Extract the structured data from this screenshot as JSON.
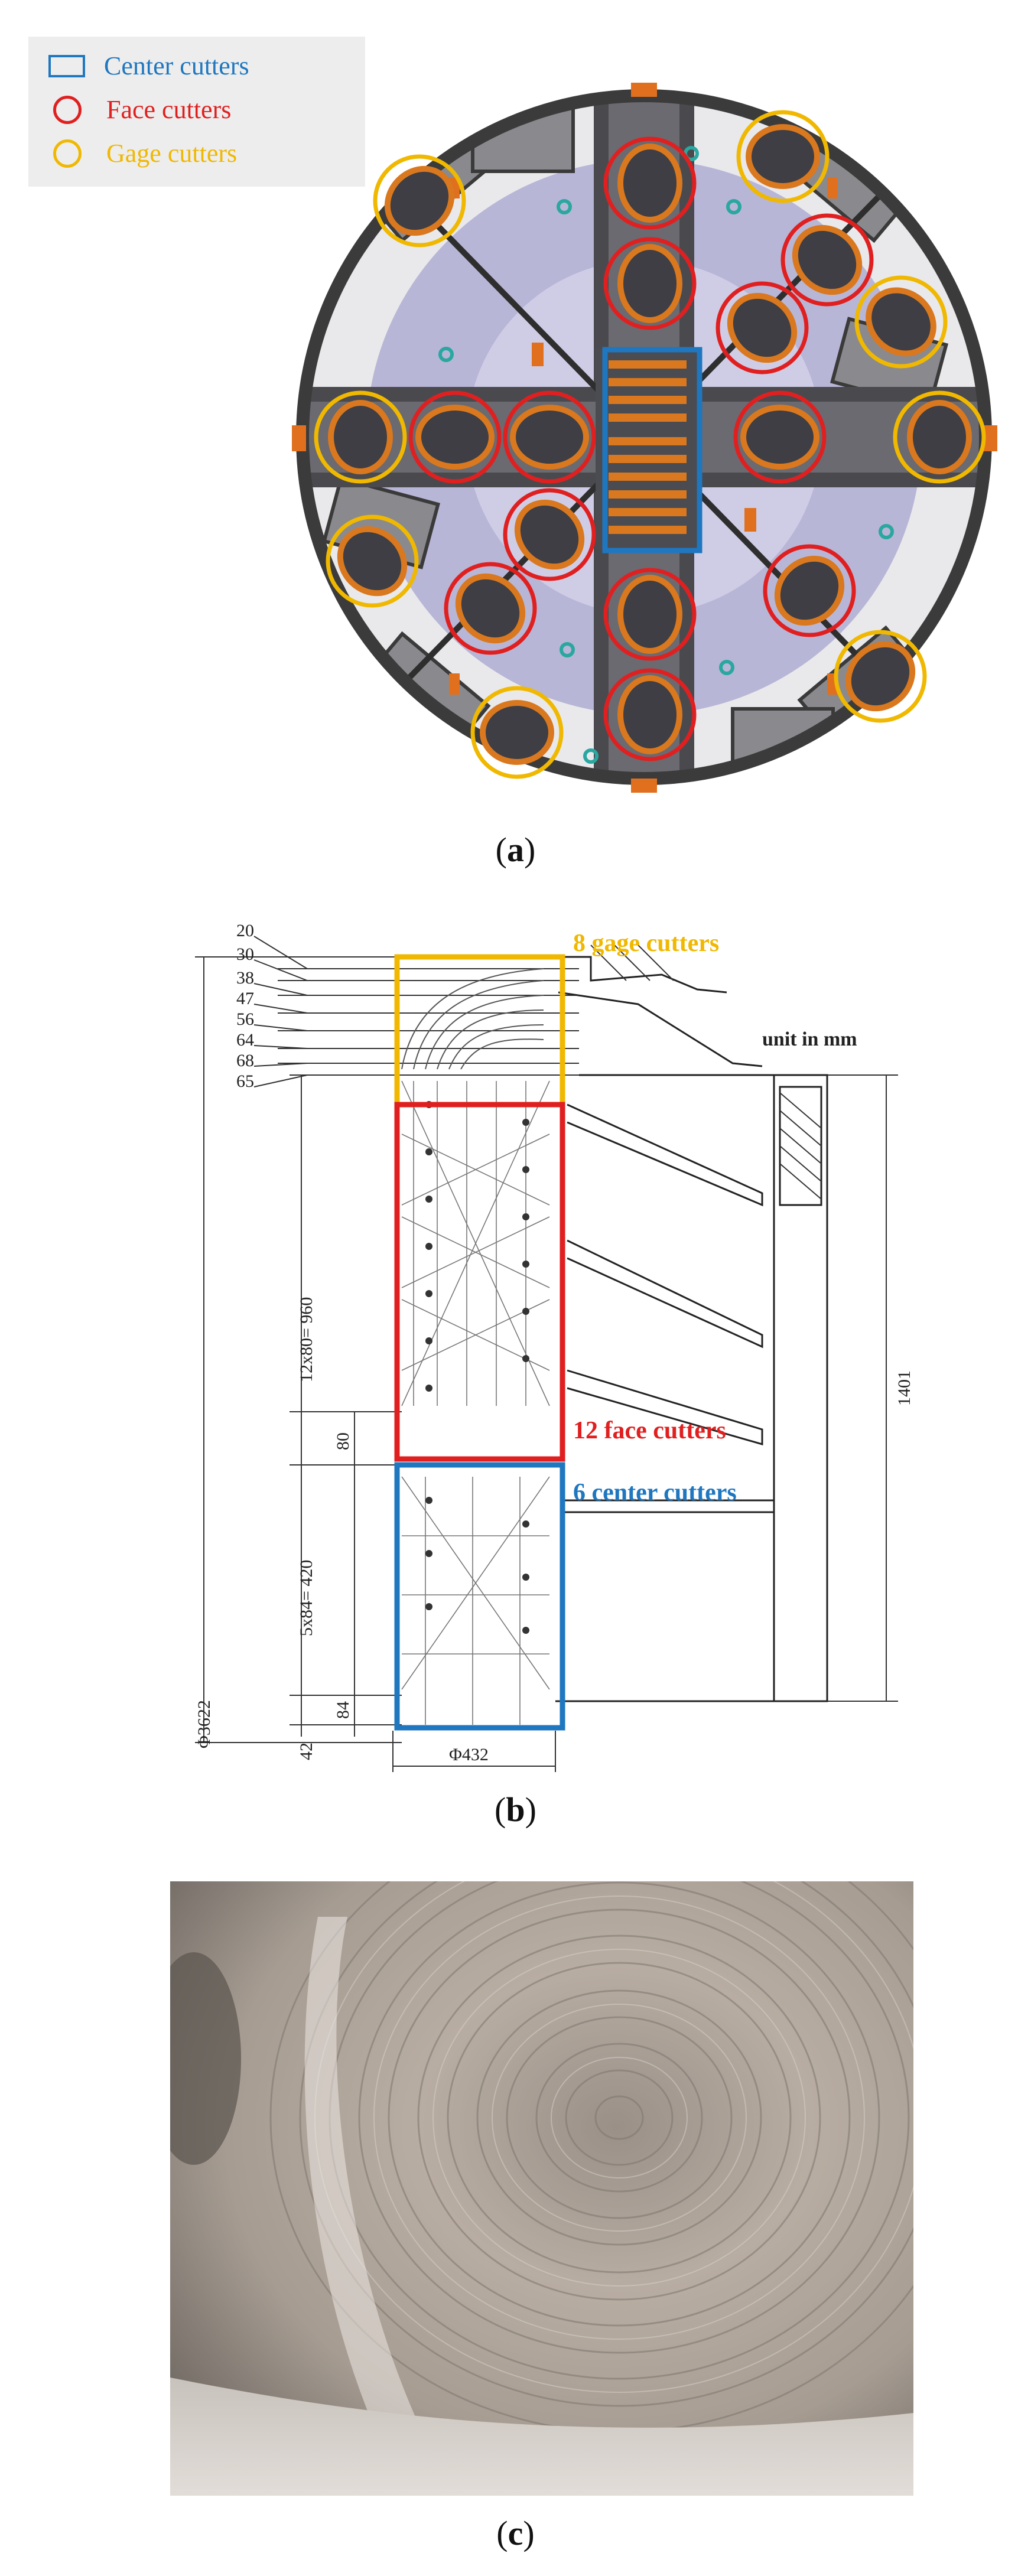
{
  "figure_a": {
    "legend": {
      "center": {
        "label": "Center cutters",
        "color": "#1f77c0"
      },
      "face": {
        "label": "Face cutters",
        "color": "#e02020"
      },
      "gage": {
        "label": "Gage cutters",
        "color": "#f0b800"
      }
    },
    "caption_letter": "a"
  },
  "figure_b": {
    "labels": {
      "gage": "8 gage cutters",
      "face": "12 face cutters",
      "center": "6 center cutters",
      "unit": "unit in mm"
    },
    "stack_dims": [
      "20",
      "30",
      "38",
      "47",
      "56",
      "64",
      "68",
      "65"
    ],
    "dim_face_span": "12x80= 960",
    "dim_80": "80",
    "dim_center_span": "5x84= 420",
    "dim_84": "84",
    "dim_42": "42",
    "dim_diameter": "Φ3622",
    "dim_height": "1401",
    "dim_432": "Φ432",
    "colors": {
      "gage": "#f0b800",
      "face": "#e02020",
      "center": "#1f77c0"
    },
    "caption_letter": "b"
  },
  "figure_c": {
    "caption_letter": "c"
  }
}
